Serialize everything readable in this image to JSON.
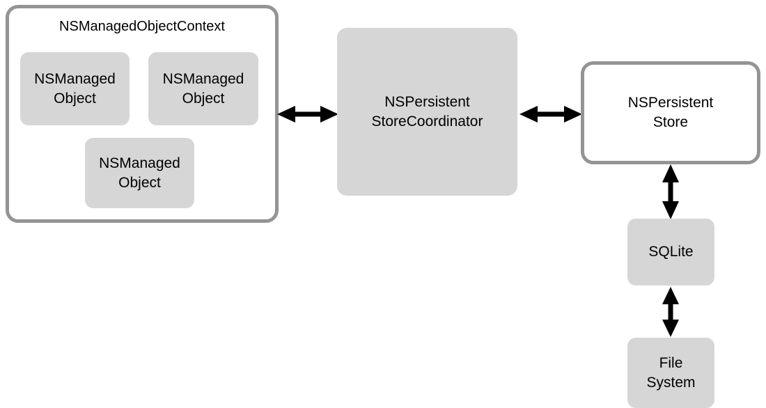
{
  "diagram": {
    "title_text": "NSManagedObjectContext",
    "colors": {
      "background": "#ffffff",
      "box_fill": "#d6d6d6",
      "border_gray": "#949494",
      "text": "#000000",
      "arrow": "#000000"
    },
    "nodes": {
      "context_container": {
        "label": "NSManagedObjectContext",
        "style": "outlined"
      },
      "managed_object_1": {
        "label": "NSManaged\nObject",
        "style": "filled"
      },
      "managed_object_2": {
        "label": "NSManaged\nObject",
        "style": "filled"
      },
      "managed_object_3": {
        "label": "NSManaged\nObject",
        "style": "filled"
      },
      "store_coordinator": {
        "label": "NSPersistent\nStoreCoordinator",
        "style": "filled"
      },
      "persistent_store": {
        "label": "NSPersistent\nStore",
        "style": "outlined"
      },
      "sqlite": {
        "label": "SQLite",
        "style": "filled"
      },
      "file_system": {
        "label": "File\nSystem",
        "style": "filled"
      }
    },
    "connections": [
      {
        "name": "context-to-coordinator",
        "from": "context_container",
        "to": "store_coordinator",
        "direction": "bidirectional",
        "orientation": "horizontal"
      },
      {
        "name": "coordinator-to-store",
        "from": "store_coordinator",
        "to": "persistent_store",
        "direction": "bidirectional",
        "orientation": "horizontal"
      },
      {
        "name": "store-to-sqlite",
        "from": "persistent_store",
        "to": "sqlite",
        "direction": "bidirectional",
        "orientation": "vertical"
      },
      {
        "name": "sqlite-to-filesystem",
        "from": "sqlite",
        "to": "file_system",
        "direction": "bidirectional",
        "orientation": "vertical"
      }
    ]
  }
}
